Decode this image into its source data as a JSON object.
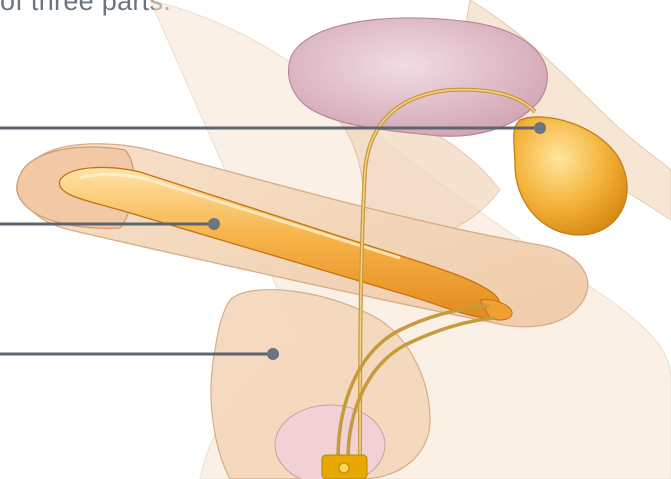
{
  "caption": "of three parts.",
  "colors": {
    "tissue": "#f3d6b8",
    "tissue_edge": "#d9b08a",
    "bladder": "#d8a8b6",
    "implant": "#f2a83a",
    "implant_light": "#ffd27a",
    "tube": "#c7962f",
    "leader": "#5c6570",
    "dot": "#6b7480",
    "connector": "#e0a800"
  },
  "labels": [
    {
      "name": "leader-reservoir",
      "target": "reservoir"
    },
    {
      "name": "leader-cylinders",
      "target": "cylinders"
    },
    {
      "name": "leader-pump",
      "target": "pump"
    }
  ]
}
